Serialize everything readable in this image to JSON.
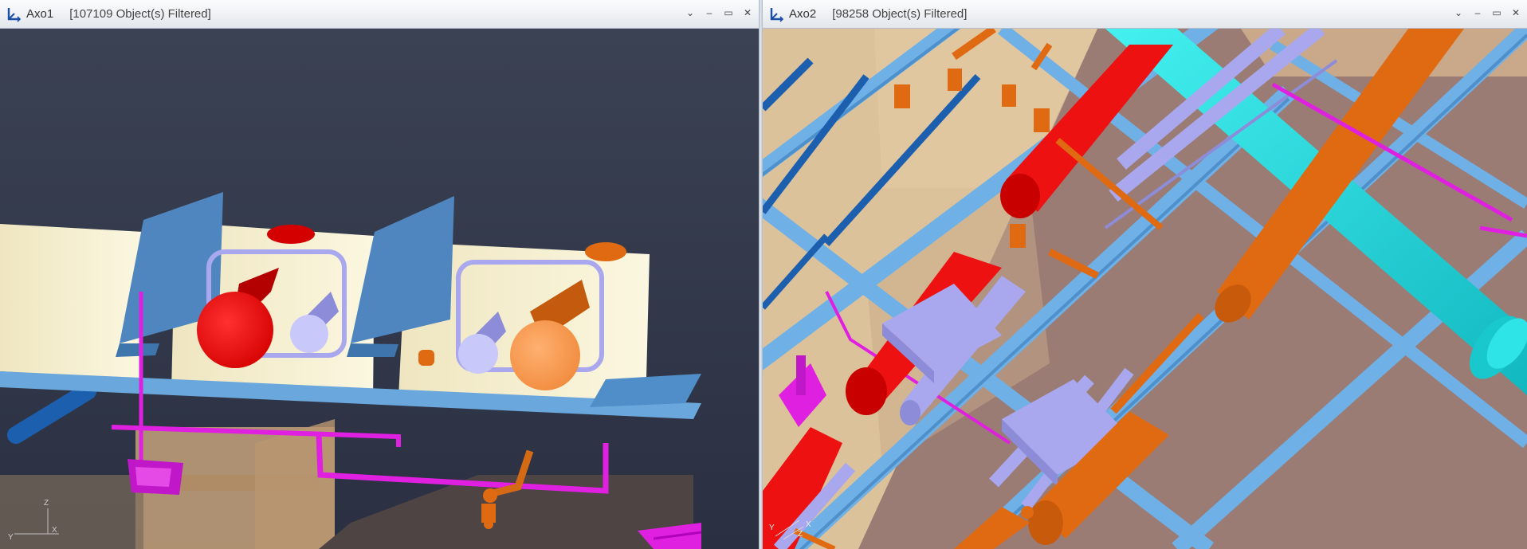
{
  "windows": [
    {
      "title": "Axo1",
      "filter_status": "[107109 Object(s) Filtered]",
      "triad": {
        "x": "X",
        "y": "Y",
        "z": "Z"
      }
    },
    {
      "title": "Axo2",
      "filter_status": "[98258 Object(s) Filtered]",
      "triad": {
        "x": "X",
        "y": "Y",
        "z": "Z"
      }
    }
  ],
  "icons": {
    "axes": "axes-icon",
    "dropdown": "chevron-down-icon",
    "minimize": "minimize-icon",
    "maximize": "maximize-icon",
    "close": "close-icon"
  },
  "colors": {
    "title_bg": "#eef1f4",
    "viewport_bg_top": "#3a4152",
    "viewport_bg_bottom": "#2b3142",
    "steel": "#6aa7dc",
    "pipe_red": "#ee1111",
    "pipe_orange": "#e06a12",
    "pipe_lavender": "#a9a8ee",
    "pipe_cyan": "#22e2e2",
    "pipe_blue": "#1b5fae",
    "pipe_magenta": "#e020e0",
    "wall_cream": "#f8f3d6",
    "floor_tan": "#d9bf96",
    "floor_brown": "#9a7a72"
  }
}
